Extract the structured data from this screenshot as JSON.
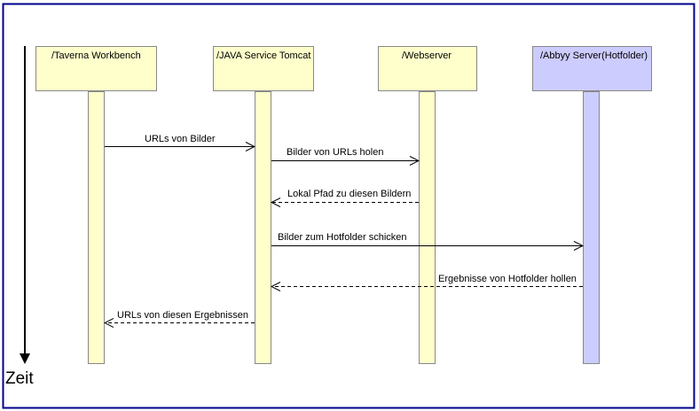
{
  "diagram": {
    "participants": [
      {
        "id": "taverna",
        "label": "/Taverna Workbench",
        "fill": "#ffffcc"
      },
      {
        "id": "tomcat",
        "label": "/JAVA Service Tomcat",
        "fill": "#ffffcc"
      },
      {
        "id": "webserver",
        "label": "/Webserver",
        "fill": "#ffffcc"
      },
      {
        "id": "abbyy",
        "label": "/Abbyy Server(Hotfolder)",
        "fill": "#ccccff"
      }
    ],
    "messages": [
      {
        "from": "taverna",
        "to": "tomcat",
        "label": "URLs von Bilder",
        "style": "solid"
      },
      {
        "from": "tomcat",
        "to": "webserver",
        "label": "Bilder von URLs holen",
        "style": "solid"
      },
      {
        "from": "webserver",
        "to": "tomcat",
        "label": "Lokal Pfad zu diesen Bildern",
        "style": "dashed"
      },
      {
        "from": "tomcat",
        "to": "abbyy",
        "label": "Bilder zum Hotfolder schicken",
        "style": "solid"
      },
      {
        "from": "abbyy",
        "to": "tomcat",
        "label": "Ergebnisse von Hotfolder hollen",
        "style": "dashed"
      },
      {
        "from": "tomcat",
        "to": "taverna",
        "label": "URLs von diesen Ergebnissen",
        "style": "dashed"
      }
    ],
    "time_axis_label": "Zeit",
    "colors": {
      "frame": "#00008b",
      "head_stroke": "#888888",
      "line": "#000000"
    }
  }
}
